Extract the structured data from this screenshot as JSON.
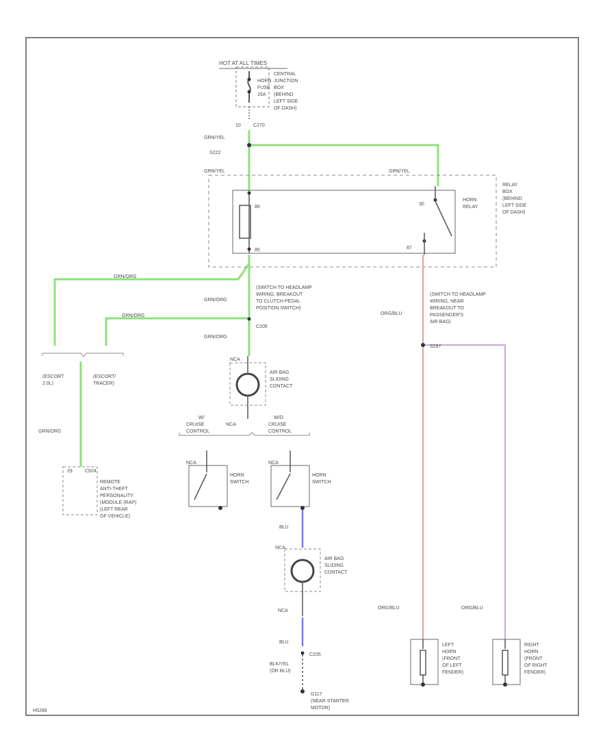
{
  "colors": {
    "wire_green": "#8ee07a",
    "wire_red": "#e3a0a0",
    "wire_purple": "#c9a6d8",
    "wire_blue": "#7a7ae8",
    "line": "#555555"
  },
  "labels": {
    "hot_label": "HOT AT ALL TIMES",
    "fuse_label": [
      "HORN",
      "FUSE",
      "15A"
    ],
    "cjb_desc": [
      "CENTRAL",
      "JUNCTION",
      "BOX",
      "(BEHIND",
      "LEFT SIDE",
      "OF DASH)"
    ],
    "fuse_pin": "10",
    "fuse_conn": "C270",
    "wire_top": "GRN/YEL",
    "splice_top": "S222",
    "wire_relay_left": "GRN/YEL",
    "wire_relay_right": "GRN/YEL",
    "relay_pin_85": "85",
    "relay_pin_86": "86",
    "relay_pin_30": "30",
    "relay_pin_87": "87",
    "relay_name": [
      "HORN",
      "RELAY"
    ],
    "relay_box_desc": [
      "RELAY",
      "BOX",
      "(BEHIND",
      "LEFT SIDE",
      "OF DASH)"
    ],
    "wire_escort_left": "GRN/ORG",
    "wire_escort_right": "GRN/ORG",
    "wire_mid_1": "GRN/ORG",
    "wire_mid_2": "GRN/ORG",
    "conn_mid_desc": [
      "(SWITCH TO HEADLAMP",
      "WIRING, BREAKOUT",
      "TO CLUTCH PEDAL",
      "POSITION SWITCH)"
    ],
    "conn_mid": "C205",
    "escort_left": [
      "(ESCORT",
      "2.0L)"
    ],
    "escort_right": [
      "(ESCORT/",
      "TRACER)"
    ],
    "wire_rem": "GRN/ORG",
    "rem_pin": "29",
    "rem_conn": "C924",
    "rem_desc": [
      "REMOTE",
      "ANTI-THEFT",
      "PERSONALITY",
      "(MODULE (RAP)",
      "(LEFT REAR",
      "OF VEHICLE)"
    ],
    "nca1": "NCA",
    "airbag_desc_1": [
      "AIR BAG",
      "SLIDING",
      "CONTACT"
    ],
    "nca_split": "NCA",
    "cruise_left": [
      "W/",
      "CRUISE",
      "CONTROL"
    ],
    "cruise_right": [
      "W/O",
      "CRUISE",
      "CONTROL"
    ],
    "nca_sw1": "NCA",
    "horn_sw1": [
      "HORN",
      "SWITCH"
    ],
    "nca_sw2": "NCA",
    "horn_sw2": [
      "HORN",
      "SWITCH"
    ],
    "wire_blu1": "BLU",
    "nca3": "NCA",
    "airbag_desc_2": [
      "AIR BAG",
      "SLIDING",
      "CONTACT"
    ],
    "nca4": "NCA",
    "wire_blu2": "BLU",
    "conn_bottom": "C205",
    "wire_bottom": [
      "BLK/YEL",
      "(OR BLU)"
    ],
    "ground": [
      "G117",
      "(NEAR STARTER",
      "MOTOR)"
    ],
    "wire_red_1": "ORG/BLU",
    "conn_right_desc": [
      "(SWITCH TO HEADLAMP",
      "WIRING, NEAR",
      "BREAKOUT TO",
      "PASSENGER'S",
      "AIR BAG)"
    ],
    "splice_right": "S297",
    "wire_red_2": "ORG/BLU",
    "wire_pur": "ORG/BLU",
    "horn_left": [
      "LEFT",
      "HORN",
      "(FRONT",
      "OF LEFT",
      "FENDER)"
    ],
    "horn_right": [
      "RIGHT",
      "HORN",
      "(FRONT",
      "OF RIGHT",
      "FENDER)"
    ],
    "footer_id": "H5266"
  }
}
